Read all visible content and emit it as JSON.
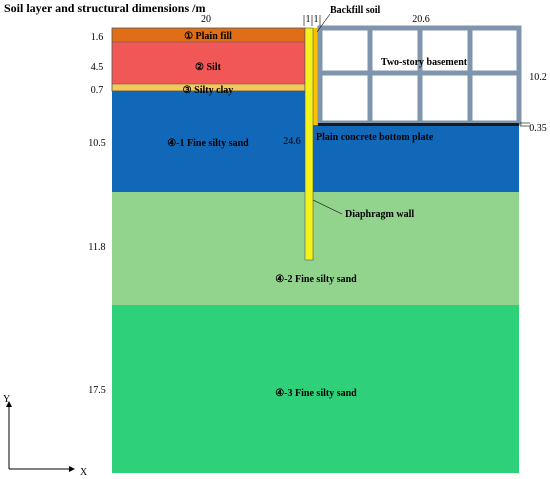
{
  "title": "Soil layer and structural dimensions /m",
  "colors": {
    "plain_fill": "#E06E16",
    "silt": "#F25757",
    "silty_clay": "#F5C85A",
    "fine_sand_1": "#1168B8",
    "fine_sand_2": "#92D38E",
    "fine_sand_3": "#2ED17A",
    "diaphragm_wall": "#F3F31A",
    "backfill": "#FFC000",
    "basement_frame": "#7F95AE"
  },
  "layers": [
    {
      "thickness": "1.6",
      "label": "① Plain fill"
    },
    {
      "thickness": "4.5",
      "label": "② Silt"
    },
    {
      "thickness": "0.7",
      "label": "③ Silty clay"
    },
    {
      "thickness": "10.5",
      "label": "④-1 Fine silty sand"
    },
    {
      "thickness": "11.8",
      "label": "④-2 Fine silty sand"
    },
    {
      "thickness": "17.5",
      "label": "④-3 Fine silty sand"
    }
  ],
  "dimensions": {
    "left_width": "20",
    "wall_width": "1",
    "backfill_width": "1",
    "basement_width": "20.6",
    "basement_depth": "10.2",
    "plate_thickness": "0.35",
    "wall_depth": "24.6"
  },
  "annotations": {
    "backfill": "Backfill soil",
    "basement": "Two-story basement",
    "plate": "Plain concrete bottom plate",
    "wall": "Diaphragm wall"
  },
  "axes": {
    "x": "X",
    "y": "Y"
  }
}
